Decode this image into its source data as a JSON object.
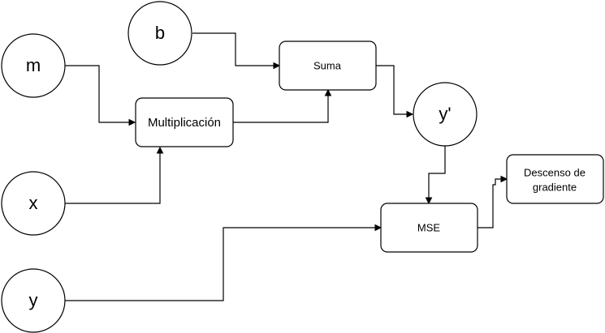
{
  "nodes": {
    "m": "m",
    "b": "b",
    "x": "x",
    "y": "y",
    "y_pred": "y'",
    "multiplicacion": "Multiplicación",
    "suma": "Suma",
    "mse": "MSE",
    "descenso_line1": "Descenso de",
    "descenso_line2": "gradiente"
  },
  "colors": {
    "stroke": "#000000",
    "fill": "#ffffff"
  }
}
